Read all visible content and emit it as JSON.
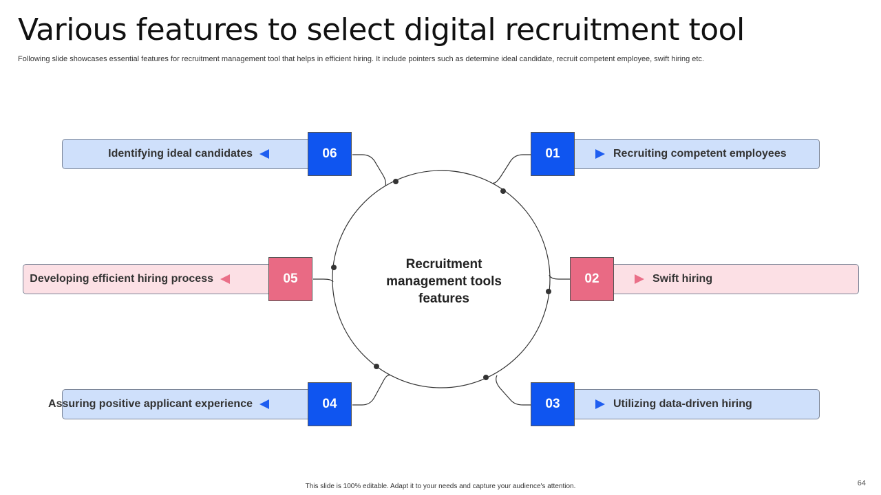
{
  "slide": {
    "title": "Various features to select digital recruitment tool",
    "subtitle": "Following slide showcases essential features for recruitment management tool that helps in efficient hiring. It include pointers such as determine ideal candidate, recruit competent employee, swift hiring etc.",
    "center_label": "Recruitment management tools features",
    "footer": "This slide is 100% editable.  Adapt it to your needs and capture your audience's attention.",
    "page_number": "64"
  },
  "features": [
    {
      "number": "01",
      "label": "Recruiting competent employees",
      "color": "blue"
    },
    {
      "number": "02",
      "label": "Swift hiring",
      "color": "pink"
    },
    {
      "number": "03",
      "label": "Utilizing data-driven hiring",
      "color": "blue"
    },
    {
      "number": "04",
      "label": "Assuring positive applicant experience",
      "color": "blue"
    },
    {
      "number": "05",
      "label": "Developing efficient hiring process",
      "color": "pink"
    },
    {
      "number": "06",
      "label": "Identifying ideal candidates",
      "color": "blue"
    }
  ],
  "colors": {
    "blue_fill": "#cfe0fb",
    "blue_accent": "#0f55f0",
    "pink_fill": "#fce0e5",
    "pink_accent": "#e96a84"
  }
}
